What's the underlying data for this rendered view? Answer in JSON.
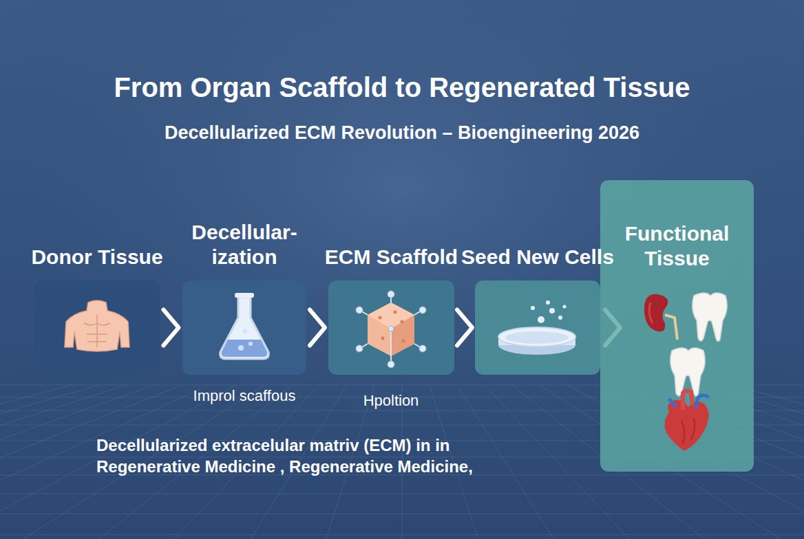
{
  "diagram": {
    "title": "From Organ Scaffold to Regenerated Tissue",
    "caption": "Decellularized extracelular matriv (ECM) in in Regenerative Medicine ,  Regenerative Medicine,",
    "nodes": [
      {
        "text": [
          "Donor Tissue"
        ]
      },
      {
        "text": [
          "Decellular- ization"
        ]
      },
      {
        "text": [
          "ECM Scaffold"
        ]
      },
      {
        "text": [
          "Seed New Cells"
        ]
      },
      {
        "text": [
          "Functional Tissue"
        ]
      }
    ],
    "edges": [
      {
        "from": 0,
        "to": 1,
        "arrow": "to"
      },
      {
        "from": 1,
        "to": 2,
        "arrow": "to"
      },
      {
        "from": 2,
        "to": 3,
        "arrow": "to"
      },
      {
        "from": 3,
        "to": 4,
        "arrow": "to"
      }
    ],
    "labels": [
      "Decellularized ECM Revolution – Bioengineering 2026",
      "Improl scaffous",
      "Hpoltion"
    ]
  }
}
